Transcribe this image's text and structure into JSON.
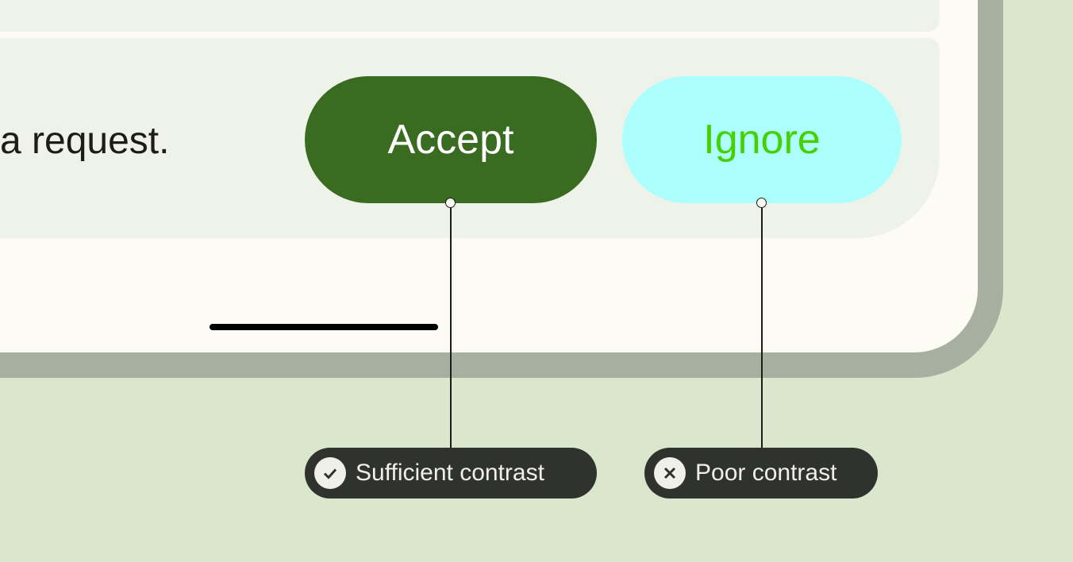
{
  "message": {
    "text": "a request."
  },
  "buttons": {
    "accept": "Accept",
    "ignore": "Ignore"
  },
  "annotations": [
    {
      "label": "Sufficient contrast",
      "icon": "check-circle-icon"
    },
    {
      "label": "Poor contrast",
      "icon": "x-circle-icon"
    }
  ],
  "colors": {
    "accept_bg": "#396b20",
    "accept_text": "#ffffff",
    "ignore_bg": "#adfffe",
    "ignore_text": "#45d100"
  }
}
